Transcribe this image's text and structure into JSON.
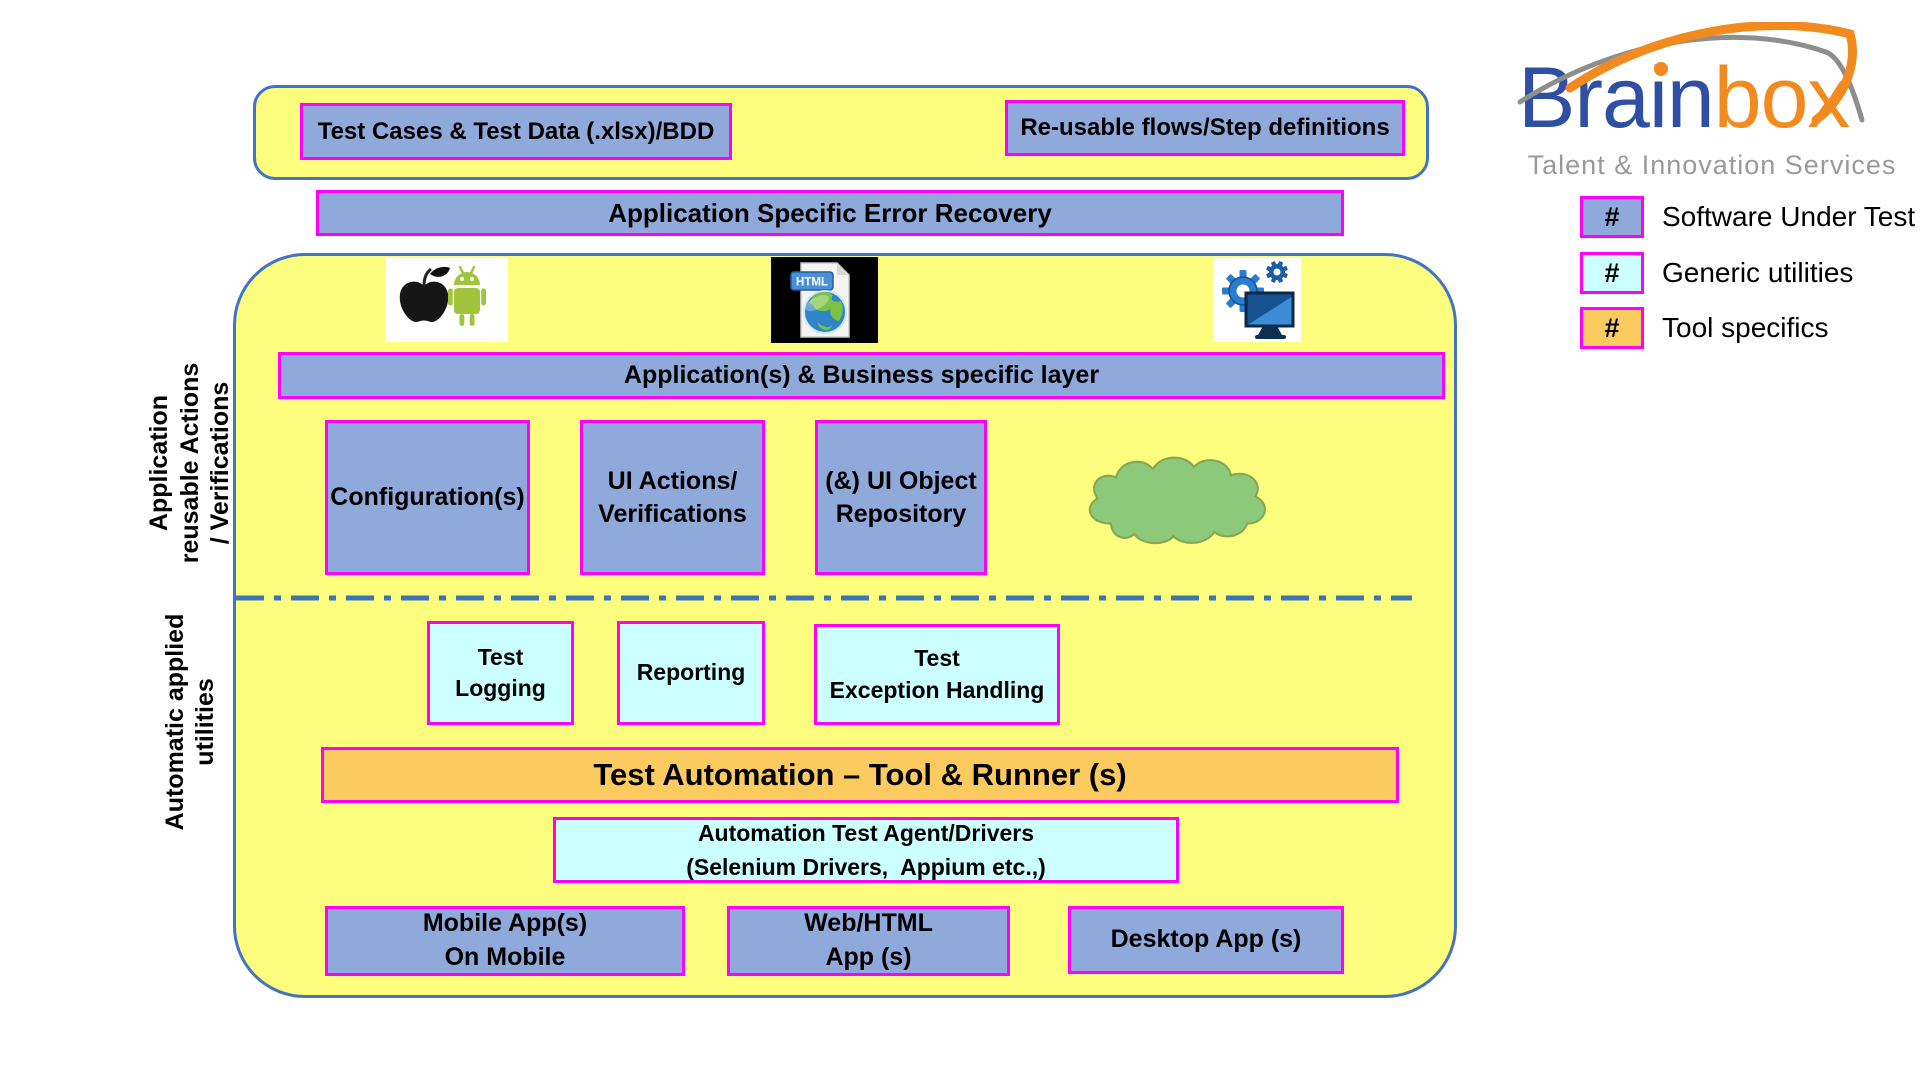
{
  "logo": {
    "brand_blue": "Brain",
    "brand_orange": "box",
    "tagline": "Talent & Innovation Services",
    "colors": {
      "blue": "#2F4FA3",
      "orange": "#F28B1F",
      "gray": "#8E8E8E"
    }
  },
  "legend": {
    "marker": "#",
    "items": [
      {
        "label": "Software Under Test",
        "swatch": "#8FA9DB"
      },
      {
        "label": "Generic utilities",
        "swatch": "#CCFFFF"
      },
      {
        "label": "Tool specifics",
        "swatch": "#FCCB5F"
      }
    ]
  },
  "top_band": {
    "test_cases": "Test Cases & Test Data (.xlsx)/BDD",
    "reusable_flows": "Re-usable flows/Step definitions"
  },
  "error_recovery": "Application Specific Error Recovery",
  "side_labels": {
    "upper": [
      "Application",
      "reusable Actions",
      "/ Verifications"
    ],
    "lower": [
      "Automatic applied",
      "utilities"
    ]
  },
  "framework": {
    "business_layer": "Application(s) & Business specific layer",
    "app_boxes": [
      {
        "line1": "Configuration(s)",
        "line2": ""
      },
      {
        "line1": "UI Actions/",
        "line2": "Verifications"
      },
      {
        "line1": "(&) UI Object",
        "line2": "Repository"
      }
    ],
    "utilities": [
      {
        "line1": "Test Logging",
        "line2": ""
      },
      {
        "line1": "Reporting",
        "line2": ""
      },
      {
        "line1": "Test",
        "line2": "Exception Handling"
      }
    ],
    "tool_runner": "Test Automation – Tool & Runner (s)",
    "agent": {
      "line1": "Automation Test Agent/Drivers",
      "line2": "(Selenium Drivers,  Appium etc.,)"
    },
    "targets": [
      {
        "line1": "Mobile App(s)",
        "line2": "On Mobile"
      },
      {
        "line1": "Web/HTML",
        "line2": "App (s)"
      },
      {
        "line1": "Desktop App (s)",
        "line2": ""
      }
    ],
    "icons": {
      "mobile": "apple-android-icon",
      "web": "html-globe-icon",
      "desktop": "gears-monitor-icon"
    },
    "html_icon_label": "HTML"
  },
  "palette": {
    "yellow_container": "#FDFE7E",
    "blue_box": "#8FA9DB",
    "cyan_box": "#CCFFFF",
    "orange_box": "#FCCB5F",
    "magenta_border": "#FF00FF",
    "container_border": "#4472C4",
    "divider_blue": "#3C74B8",
    "cloud_green": "#8CC97B"
  }
}
